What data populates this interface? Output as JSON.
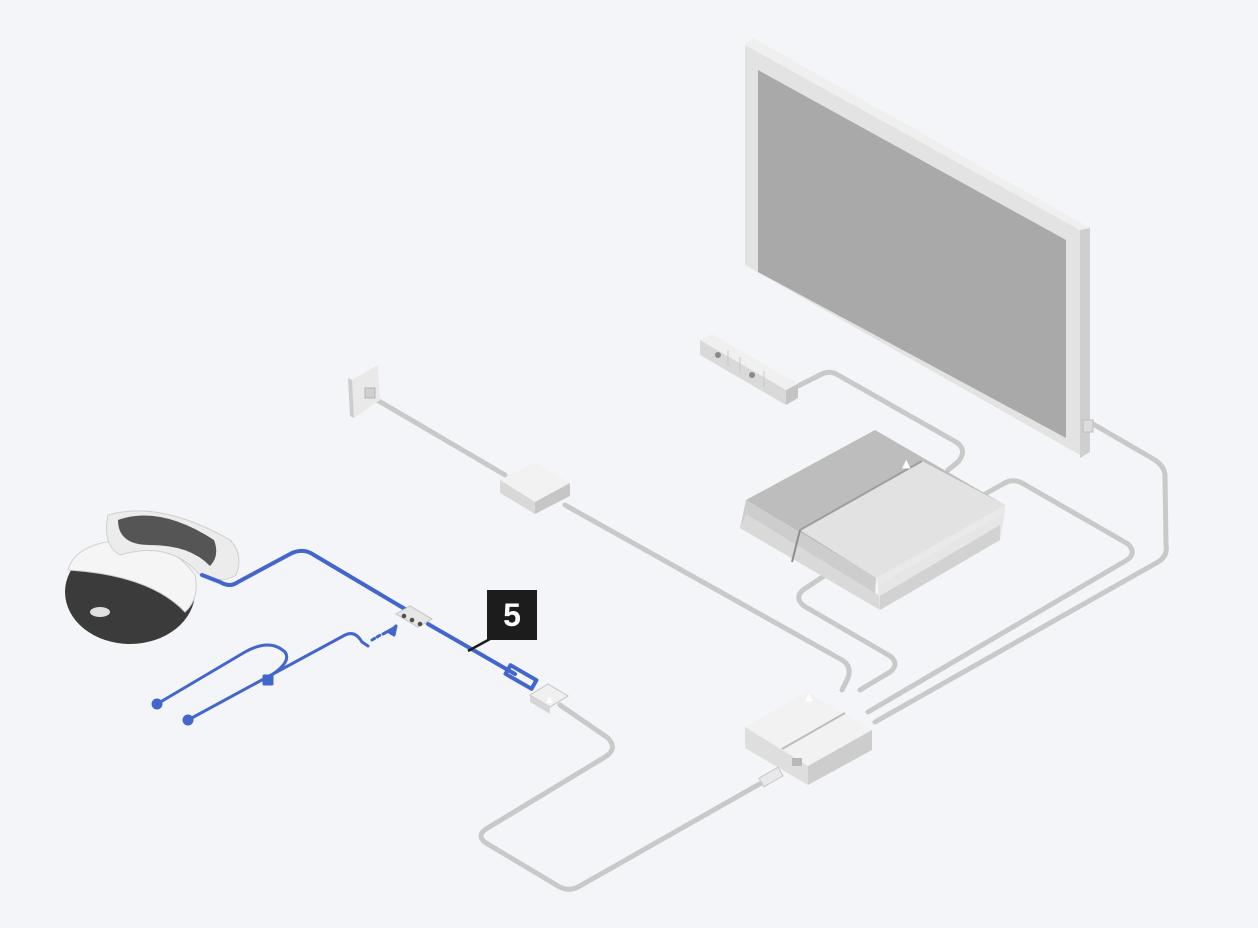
{
  "callout": {
    "label": "5"
  },
  "colors": {
    "background": "#f3f5f9",
    "cable_gray": "#c9c9c9",
    "cable_highlight_blue": "#4466cc",
    "callout_bg": "#1c1c1c",
    "callout_text": "#ffffff"
  },
  "components": [
    "tv-monitor",
    "playstation-camera",
    "ps4-console",
    "wall-outlet",
    "ac-adaptor",
    "processor-unit",
    "vr-headset",
    "inline-remote",
    "stereo-headphones",
    "headset-connection-cable"
  ],
  "highlighted_component": "headset-connection-cable"
}
